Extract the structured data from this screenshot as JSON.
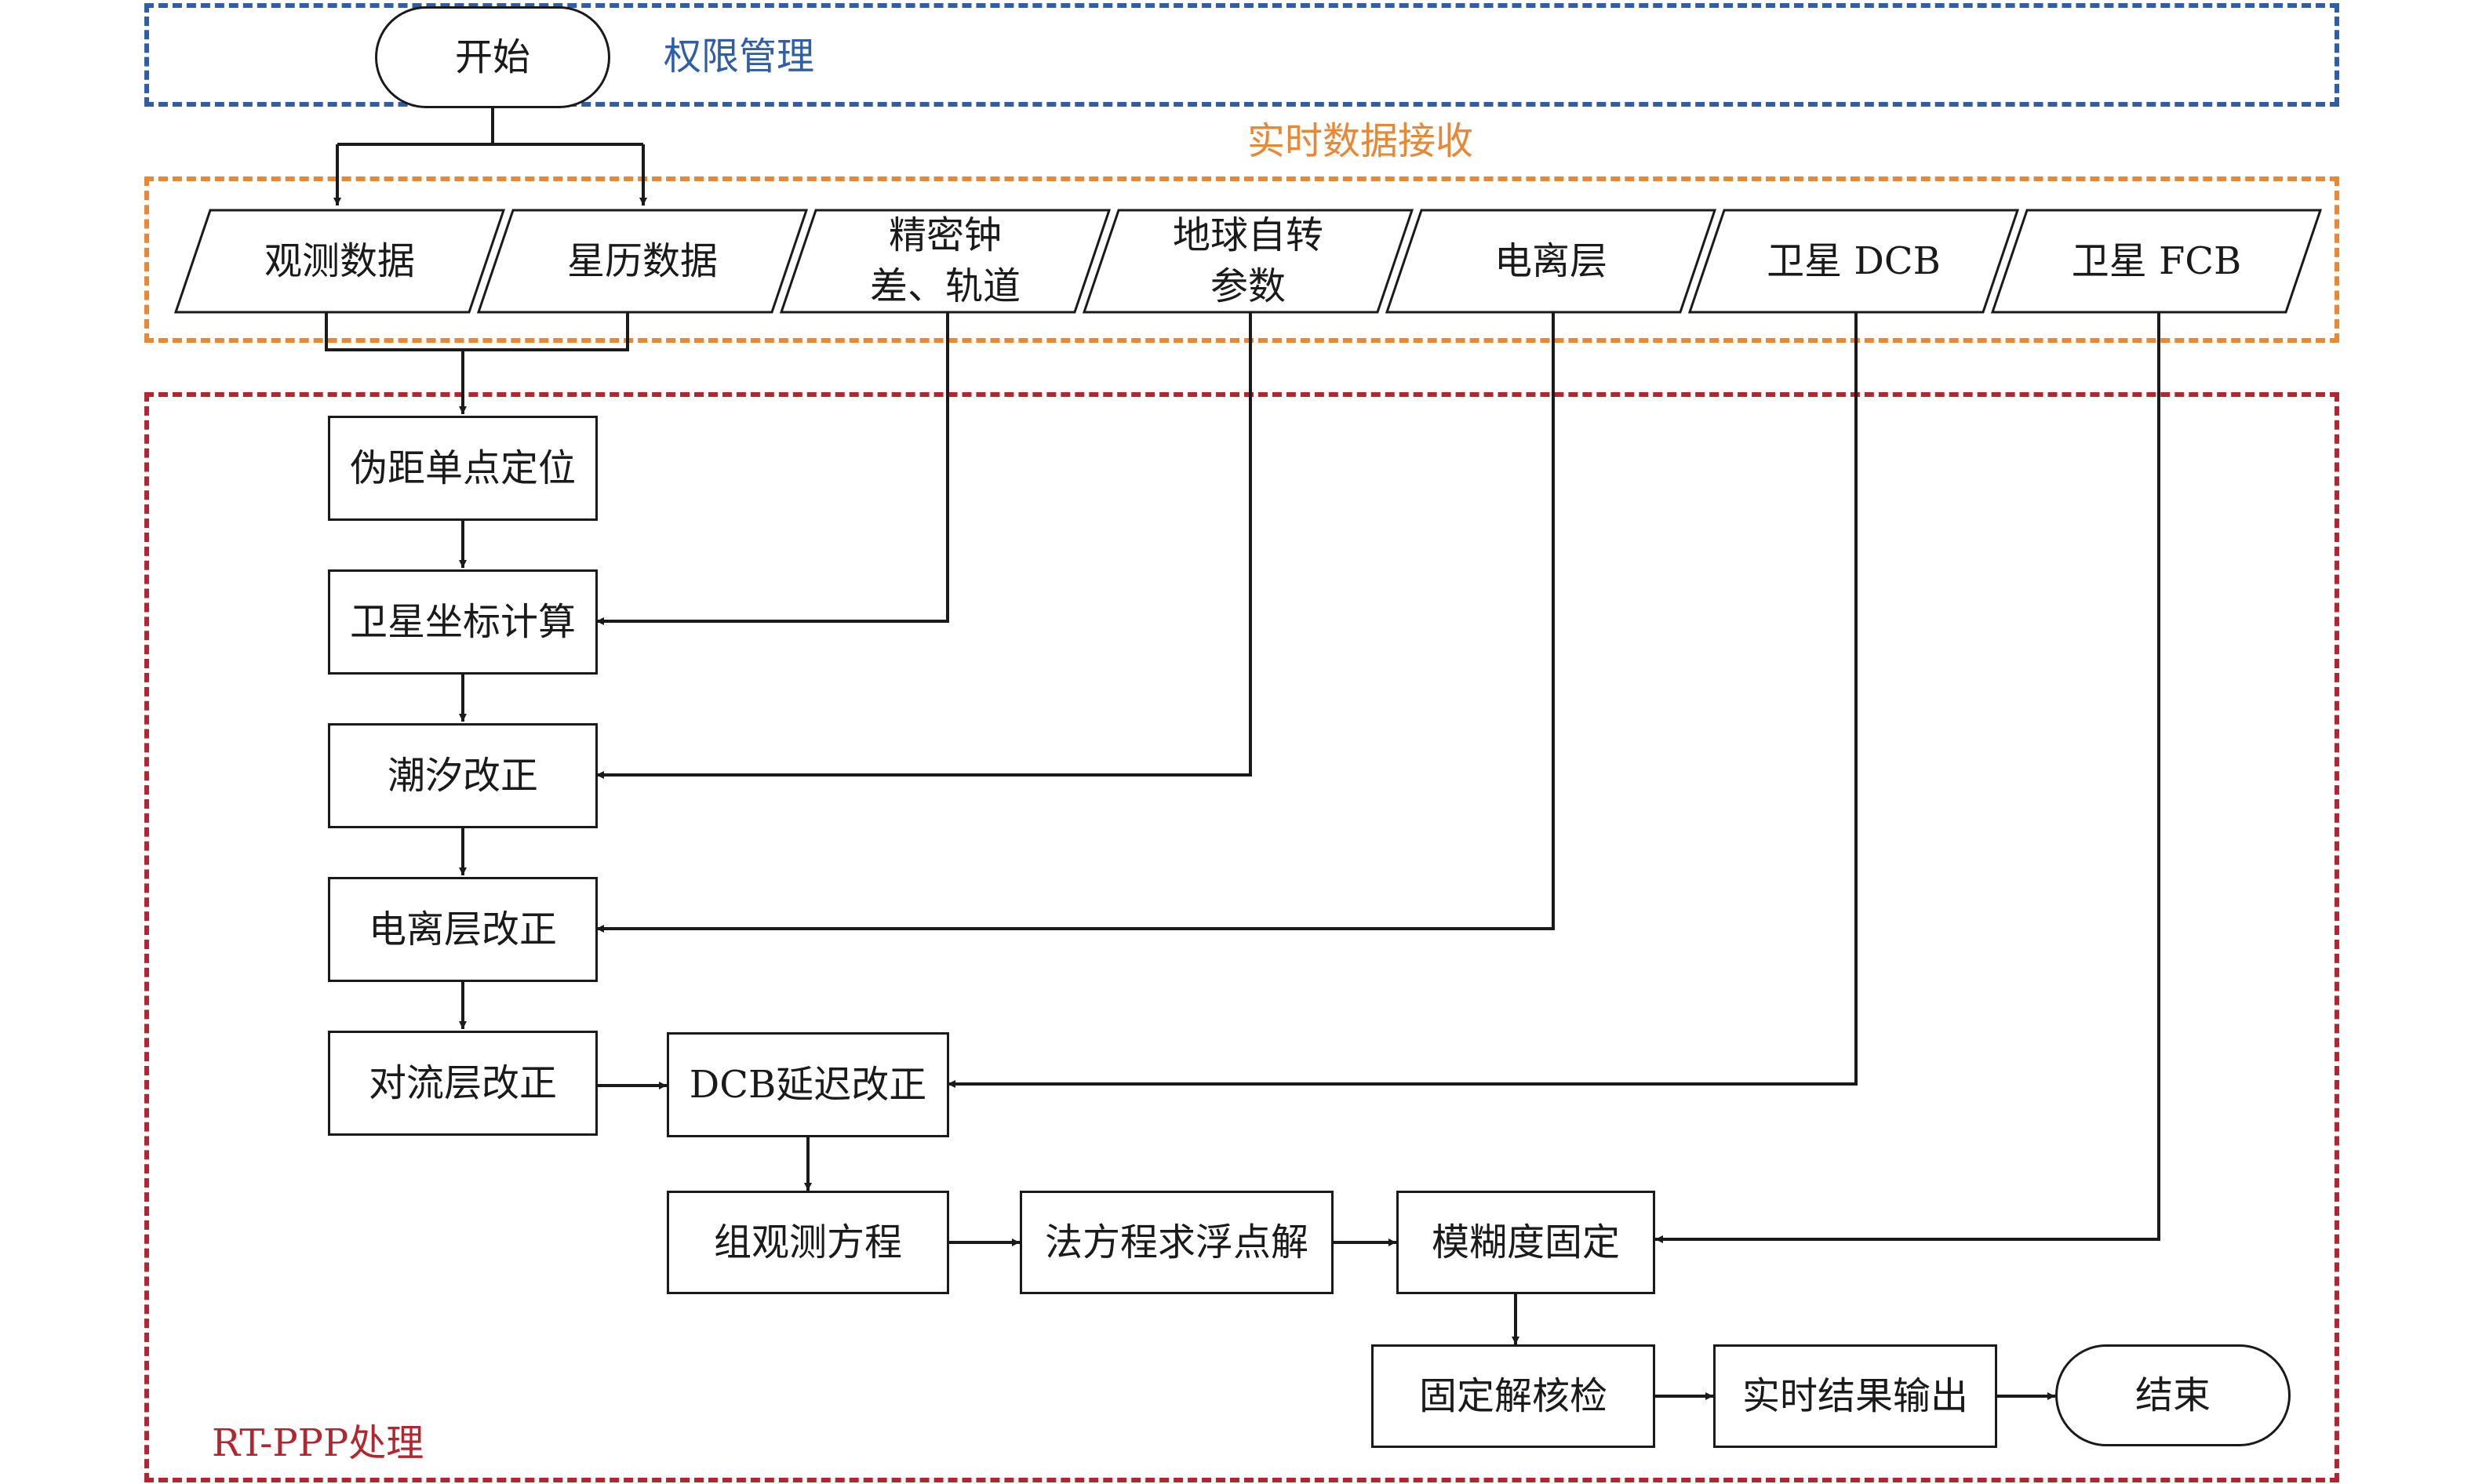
{
  "regions": {
    "permission": "权限管理",
    "receive": "实时数据接收",
    "rtppp": "RT-PPP处理"
  },
  "terminals": {
    "start": "开始",
    "end": "结束"
  },
  "inputs": {
    "observation": "观测数据",
    "ephemeris": "星历数据",
    "precise_clock": "精密钟\n差、轨道",
    "earth_rotation": "地球自转\n参数",
    "ionosphere": "电离层",
    "satellite_dcb": "卫星 DCB",
    "satellite_fcb": "卫星 FCB"
  },
  "steps": {
    "spp": "伪距单点定位",
    "sat_coord": "卫星坐标计算",
    "tide": "潮汐改正",
    "iono_corr": "电离层改正",
    "tropo_corr": "对流层改正",
    "dcb_corr": "DCB延迟改正",
    "obs_eq": "组观测方程",
    "float_sol": "法方程求浮点解",
    "ambiguity": "模糊度固定",
    "check": "固定解核检",
    "output": "实时结果输出"
  }
}
